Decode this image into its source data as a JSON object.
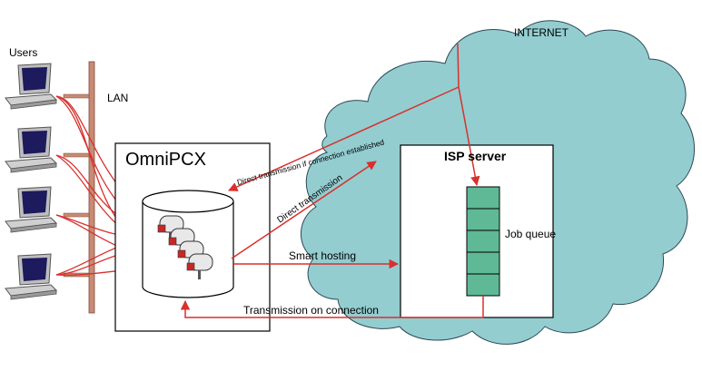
{
  "labels": {
    "users": "Users",
    "lan": "LAN",
    "internet": "INTERNET",
    "omnipcx": "OmniPCX",
    "isp_server": "ISP server",
    "job_queue": "Job queue",
    "direct_if_connection": "Direct transmission if connection established",
    "direct_transmission": "Direct transmission",
    "smart_hosting": "Smart hosting",
    "transmission_on_connection": "Transmission on connection"
  },
  "colors": {
    "cloud": "#93cdd0",
    "cloud_stroke": "#2a4a55",
    "arrow": "#d9302c",
    "queue_fill": "#5fb896",
    "box_stroke": "#000000",
    "lan_bar": "#c98a74",
    "screen": "#1d1a5e"
  },
  "icons": {
    "computer": "laptop-icon",
    "mailbox": "mailbox-icon",
    "database": "database-cylinder-icon"
  }
}
